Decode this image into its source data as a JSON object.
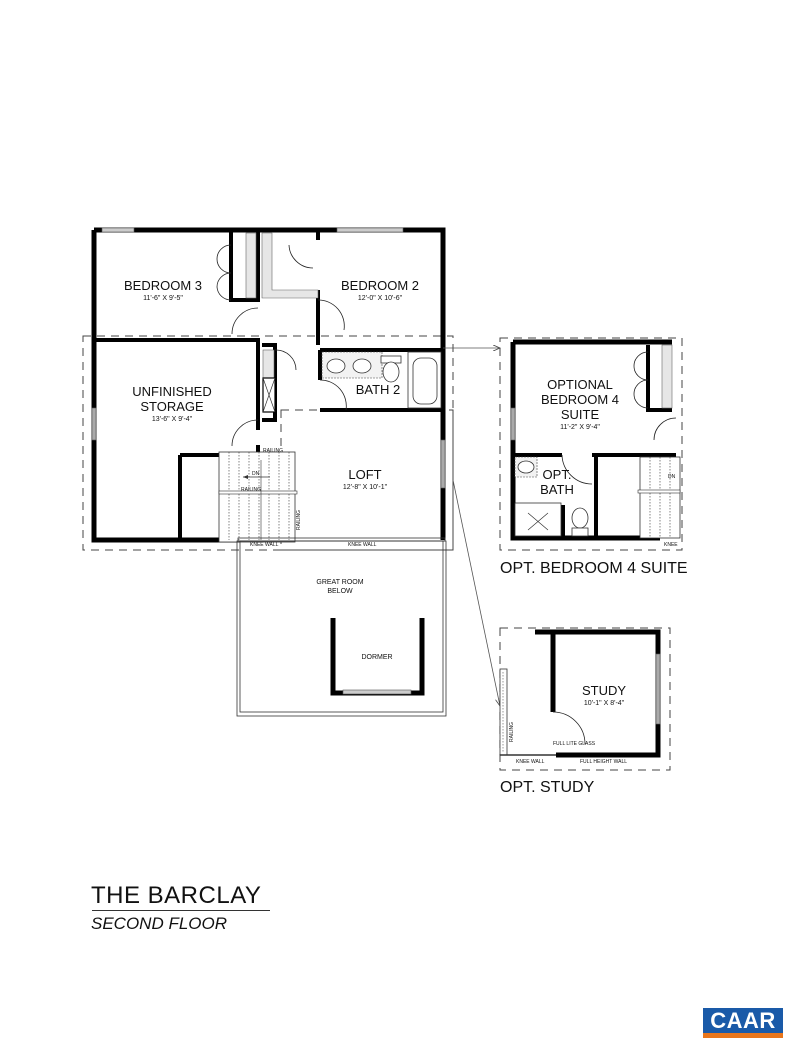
{
  "plan": {
    "title": "THE BARCLAY",
    "subtitle": "SECOND FLOOR"
  },
  "rooms": {
    "bedroom3": {
      "name": "BEDROOM 3",
      "dims": "11'-6\" X 9'-5\""
    },
    "bedroom2": {
      "name": "BEDROOM 2",
      "dims": "12'-0\" X 10'-6\""
    },
    "storage": {
      "name_line1": "UNFINISHED",
      "name_line2": "STORAGE",
      "dims": "13'-6\" X 9'-4\""
    },
    "bath2": {
      "name": "BATH 2"
    },
    "loft": {
      "name": "LOFT",
      "dims": "12'-8\" X 10'-1\""
    },
    "great_room": {
      "line1": "GREAT ROOM",
      "line2": "BELOW"
    },
    "dormer": {
      "name": "DORMER"
    }
  },
  "annotations": {
    "railing": "RAILING",
    "down": "DN",
    "knee_wall": "KNEE WALL",
    "knee_short": "KNEE",
    "full_lite_glass": "FULL LITE GLASS",
    "full_height_wall": "FULL HEIGHT WALL"
  },
  "options": {
    "bedroom4": {
      "caption": "OPT. BEDROOM 4 SUITE",
      "room_line1": "OPTIONAL",
      "room_line2": "BEDROOM 4",
      "room_line3": "SUITE",
      "dims": "11'-2\" X 9'-4\"",
      "bath_line1": "OPT.",
      "bath_line2": "BATH"
    },
    "study": {
      "caption": "OPT. STUDY",
      "room": "STUDY",
      "dims": "10'-1\" X 8'-4\""
    }
  },
  "logo": {
    "text": "CAAR",
    "colors": {
      "blue": "#1a5aa8",
      "orange": "#e8761c"
    }
  }
}
